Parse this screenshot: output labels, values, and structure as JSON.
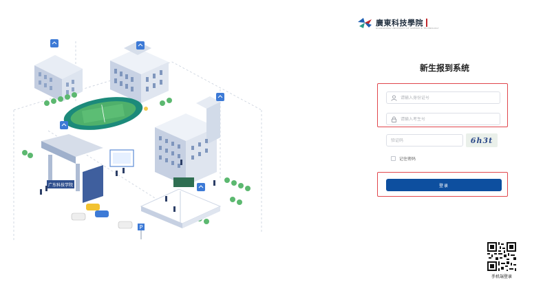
{
  "brand": {
    "name": "廣東科技學院",
    "sub": "GUANGDONG UNIVERSITY OF SCIENCE & TECHNOLOGY",
    "colors": {
      "blue": "#1e5fb3",
      "red": "#c0282d"
    }
  },
  "page": {
    "title": "新生报到系统"
  },
  "form": {
    "id_card": {
      "placeholder": "请输入身份证号",
      "icon": "user-icon"
    },
    "exam_no": {
      "placeholder": "请输入考生号",
      "icon": "lock-icon"
    },
    "captcha": {
      "placeholder": "验证码",
      "image_text": "6h3t"
    },
    "remember_label": "记住密码",
    "login_label": "登录"
  },
  "illustration": {
    "gate_sign": "广东科技学院"
  },
  "mobile": {
    "qr_icon": "qr-code-icon",
    "label": "手机端登录"
  },
  "theme": {
    "accent": "#0d4f9f",
    "highlight": "#e0454b",
    "field_border": "#dcdfe6"
  }
}
